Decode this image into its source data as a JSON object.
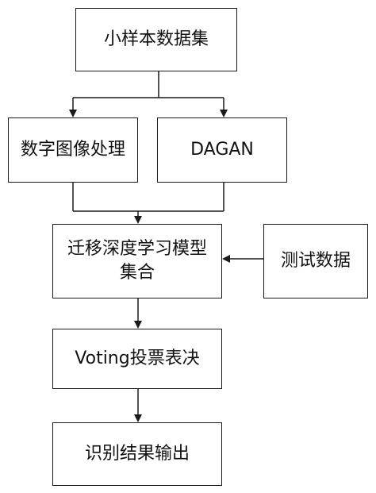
{
  "nodes": {
    "small_sample_data": "小样本数据集",
    "digital_image_processing": "数字图像处理",
    "dagan": "DAGAN",
    "transfer_model_line1": "迁移深度学习模型",
    "transfer_model_line2": "集合",
    "test_data": "测试数据",
    "voting": "Voting投票表决",
    "output": "识别结果输出"
  }
}
